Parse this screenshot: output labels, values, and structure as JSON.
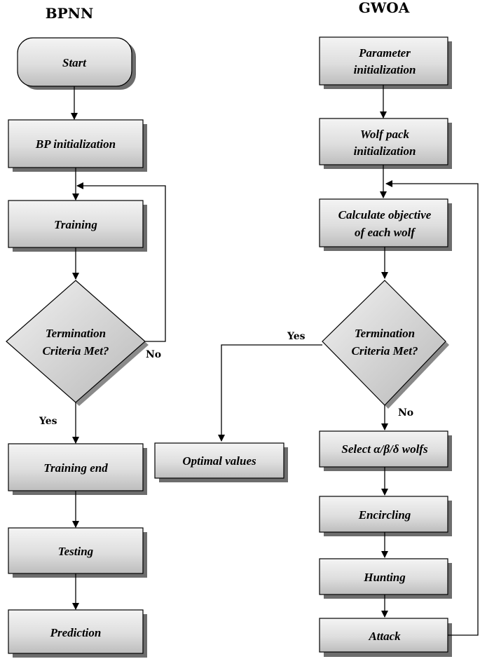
{
  "titles": {
    "left": "BPNN",
    "right": "GWOA"
  },
  "bpnn": {
    "start": "Start",
    "init": "BP initialization",
    "training": "Training",
    "decision_line1": "Termination",
    "decision_line2": "Criteria Met?",
    "no": "No",
    "yes": "Yes",
    "training_end": "Training end",
    "testing": "Testing",
    "prediction": "Prediction"
  },
  "gwoa": {
    "param_line1": "Parameter",
    "param_line2": "initialization",
    "wolf_line1": "Wolf pack",
    "wolf_line2": "initialization",
    "calc_line1": "Calculate objective",
    "calc_line2": "of each wolf",
    "decision_line1": "Termination",
    "decision_line2": "Criteria Met?",
    "yes": "Yes",
    "no": "No",
    "optimal": "Optimal values",
    "select": "Select α/β/δ wolfs",
    "encircling": "Encircling",
    "hunting": "Hunting",
    "attack": "Attack"
  },
  "colors": {
    "box_light": "#f4f4f4",
    "box_dark": "#bdbdbd",
    "shadow": "#3c3c3c"
  }
}
